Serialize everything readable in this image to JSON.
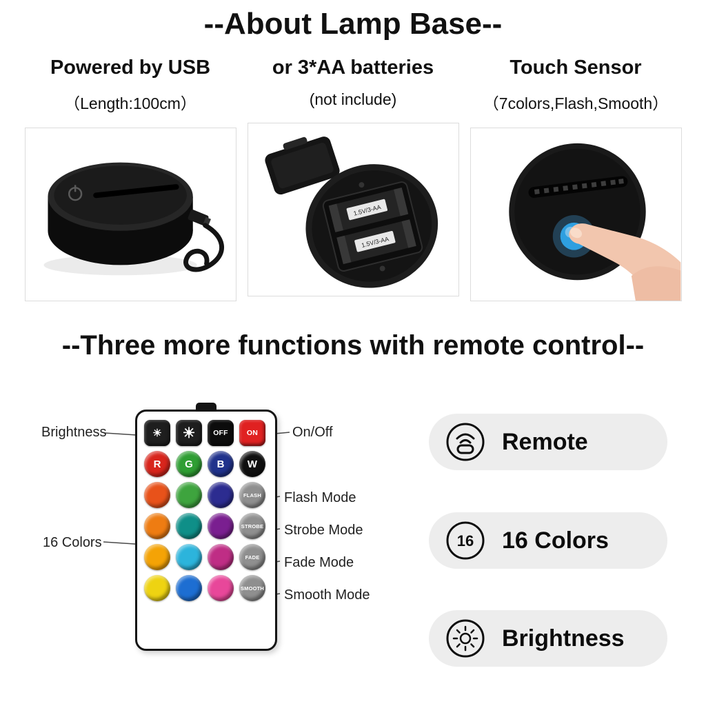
{
  "page": {
    "title": "--About Lamp Base--",
    "section_title": "--Three more functions with remote control--"
  },
  "features": [
    {
      "title": "Powered by USB",
      "subtitle": "（Length:100cm）"
    },
    {
      "title": "or 3*AA batteries",
      "subtitle": "(not include)"
    },
    {
      "title": "Touch Sensor",
      "subtitle": "（7colors,Flash,Smooth）"
    }
  ],
  "battery_label": "1.5V/3-AA",
  "remote": {
    "callouts": {
      "brightness": "Brightness",
      "on_off": "On/Off",
      "flash": "Flash Mode",
      "strobe": "Strobe Mode",
      "colors16": "16 Colors",
      "fade": "Fade Mode",
      "smooth": "Smooth Mode"
    },
    "grid": [
      [
        {
          "shape": "sq",
          "bg": "#1e1e1e",
          "fg": "#ffffff",
          "label": "☀",
          "cls": "sun-sm",
          "name": "brightness-down-key"
        },
        {
          "shape": "sq",
          "bg": "#1e1e1e",
          "fg": "#ffffff",
          "label": "☀",
          "cls": "sun-lg",
          "name": "brightness-up-key"
        },
        {
          "shape": "sq",
          "bg": "#0c0c0c",
          "fg": "#ffffff",
          "label": "OFF",
          "cls": "txt",
          "name": "off-key"
        },
        {
          "shape": "sq",
          "bg": "#e02121",
          "fg": "#ffffff",
          "label": "ON",
          "cls": "txt",
          "name": "on-key"
        }
      ],
      [
        {
          "shape": "ci",
          "bg": "#d8251c",
          "fg": "#ffffff",
          "label": "R",
          "cls": "letter",
          "name": "red-key"
        },
        {
          "shape": "ci",
          "bg": "#2f9e33",
          "fg": "#ffffff",
          "label": "G",
          "cls": "letter",
          "name": "green-key"
        },
        {
          "shape": "ci",
          "bg": "#20328c",
          "fg": "#ffffff",
          "label": "B",
          "cls": "letter",
          "name": "blue-key"
        },
        {
          "shape": "ci",
          "bg": "#101010",
          "fg": "#ffffff",
          "label": "W",
          "cls": "letter",
          "name": "white-key"
        }
      ],
      [
        {
          "shape": "ci",
          "bg": "#e8521a",
          "name": "color-key-orange-red"
        },
        {
          "shape": "ci",
          "bg": "#3ea43e",
          "name": "color-key-green"
        },
        {
          "shape": "ci",
          "bg": "#2c2c90",
          "name": "color-key-indigo"
        },
        {
          "shape": "ci",
          "bg": "#8f8f8f",
          "fg": "#ffffff",
          "label": "FLASH",
          "cls": "mode",
          "name": "flash-key"
        }
      ],
      [
        {
          "shape": "ci",
          "bg": "#ee7c12",
          "name": "color-key-orange"
        },
        {
          "shape": "ci",
          "bg": "#0f8f88",
          "name": "color-key-teal"
        },
        {
          "shape": "ci",
          "bg": "#7a1f90",
          "name": "color-key-purple"
        },
        {
          "shape": "ci",
          "bg": "#8f8f8f",
          "fg": "#ffffff",
          "label": "STROBE",
          "cls": "mode",
          "name": "strobe-key"
        }
      ],
      [
        {
          "shape": "ci",
          "bg": "#f4a306",
          "name": "color-key-amber"
        },
        {
          "shape": "ci",
          "bg": "#2cb4dc",
          "name": "color-key-cyan"
        },
        {
          "shape": "ci",
          "bg": "#bf2d85",
          "name": "color-key-magenta"
        },
        {
          "shape": "ci",
          "bg": "#8f8f8f",
          "fg": "#ffffff",
          "label": "FADE",
          "cls": "mode",
          "name": "fade-key"
        }
      ],
      [
        {
          "shape": "ci",
          "bg": "#eed312",
          "name": "color-key-yellow"
        },
        {
          "shape": "ci",
          "bg": "#1d6ed2",
          "name": "color-key-blue"
        },
        {
          "shape": "ci",
          "bg": "#e8479a",
          "name": "color-key-pink"
        },
        {
          "shape": "ci",
          "bg": "#8f8f8f",
          "fg": "#ffffff",
          "label": "SMOOTH",
          "cls": "mode",
          "name": "smooth-key"
        }
      ]
    ]
  },
  "badges": [
    {
      "label": "Remote"
    },
    {
      "label": "16 Colors",
      "icon_text": "16"
    },
    {
      "label": "Brightness"
    }
  ]
}
